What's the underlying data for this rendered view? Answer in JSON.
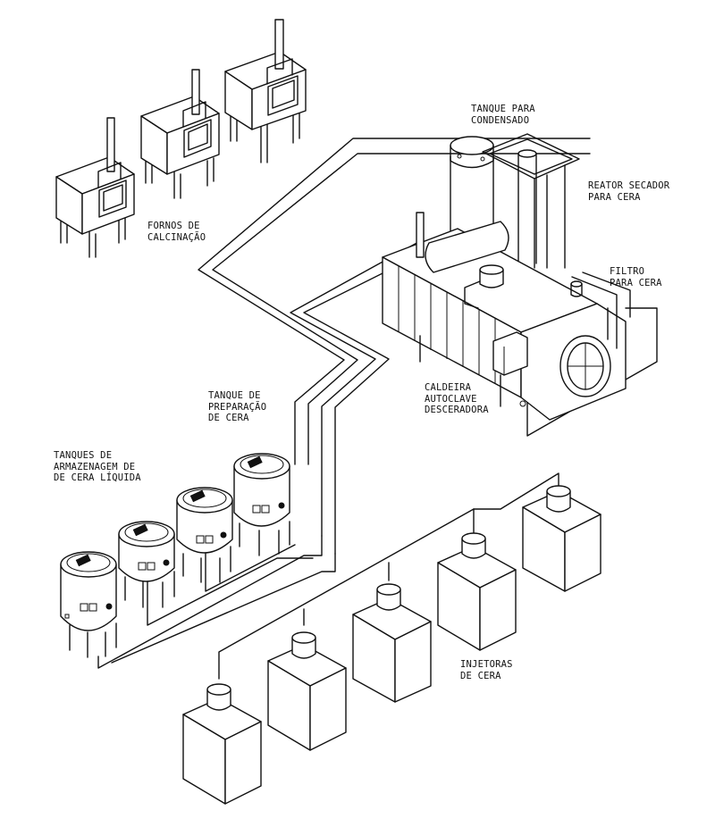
{
  "labels": {
    "fornos": [
      "FORNOS DE",
      "CALCINAÇÃO"
    ],
    "tanque_condensado": [
      "TANQUE PARA",
      "CONDENSADO"
    ],
    "reator": [
      "REATOR SECADOR",
      "PARA CERA"
    ],
    "filtro": [
      "FILTRO",
      "PARA CERA"
    ],
    "caldeira": [
      "CALDEIRA",
      "AUTOCLAVE",
      "DESCERADORA"
    ],
    "tanque_preparacao": [
      "TANQUE DE",
      "PREPARAÇÃO",
      "DE CERA"
    ],
    "tanques_armazenagem": [
      "TANQUES DE",
      "ARMAZENAGEM DE",
      "DE CERA LÍQUIDA"
    ],
    "injetoras": [
      "INJETORAS",
      "DE CERA"
    ]
  }
}
